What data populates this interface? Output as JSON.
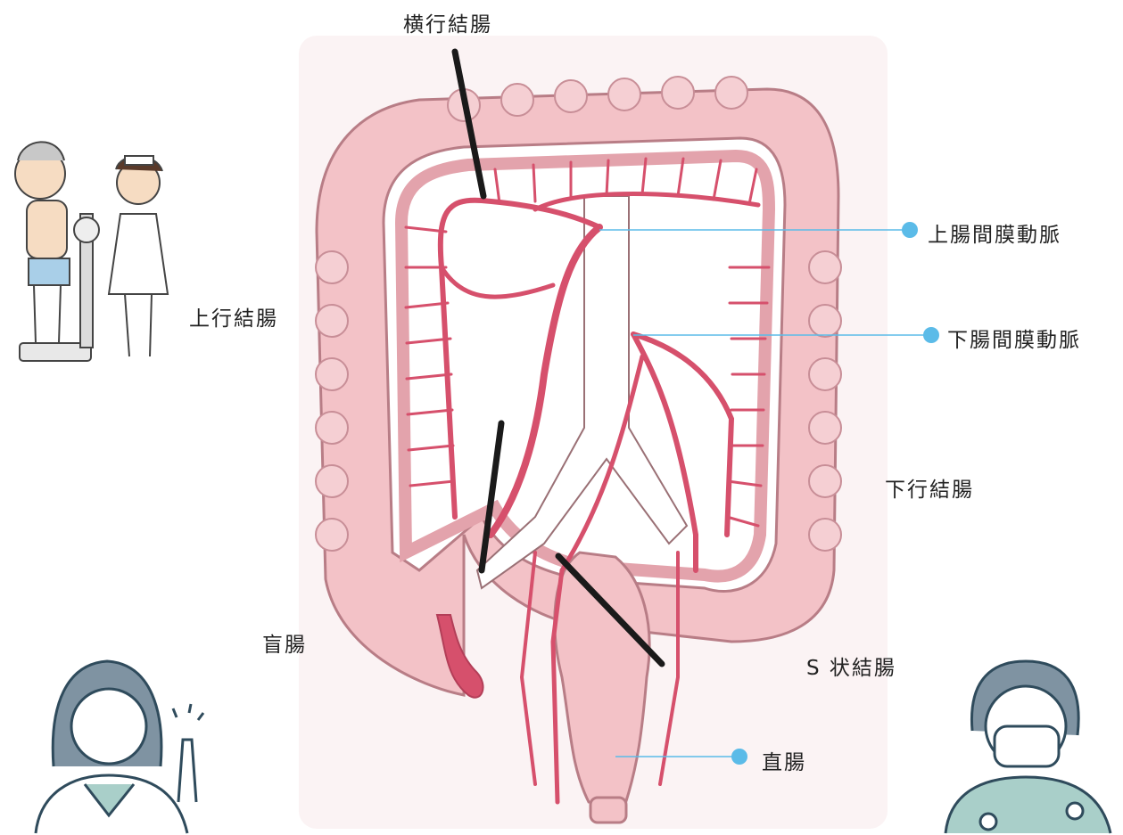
{
  "labels": {
    "transverse_colon": "横行結腸",
    "ascending_colon": "上行結腸",
    "descending_colon": "下行結腸",
    "cecum": "盲腸",
    "sigmoid_colon": "S 状結腸",
    "superior_mesenteric_artery": "上腸間膜動脈",
    "inferior_mesenteric_artery": "下腸間膜動脈",
    "rectum": "直腸"
  },
  "colors": {
    "colon_fill": "#f3c2c7",
    "colon_stroke": "#3a2a2a",
    "artery": "#d6506c",
    "pointer": "#5bbbe8",
    "cut_line": "#1a1a1a",
    "caregiver_outline": "#2f4b5c",
    "scrubs": "#a9cfc9"
  },
  "icons": [
    "patient-on-scale-illustration",
    "nurse-illustration",
    "female-doctor-illustration",
    "male-doctor-mask-illustration"
  ]
}
